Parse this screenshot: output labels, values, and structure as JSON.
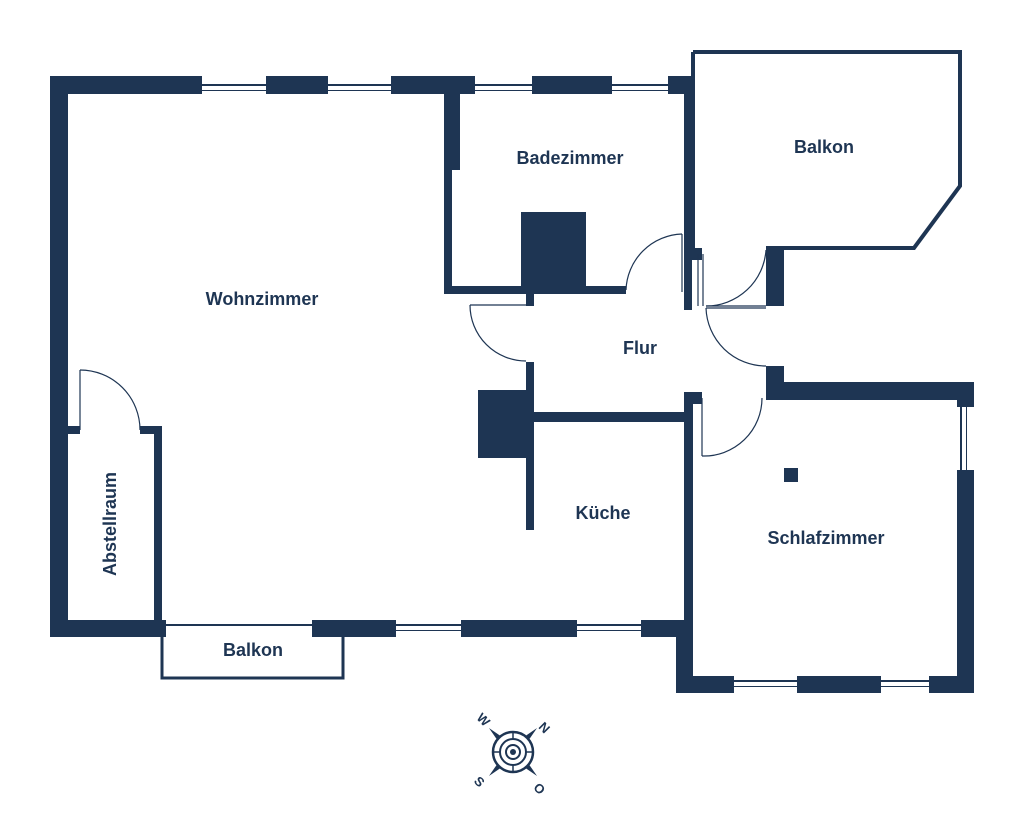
{
  "colors": {
    "wall": "#1e3553",
    "background": "#ffffff"
  },
  "rooms": {
    "wohnzimmer": "Wohnzimmer",
    "badezimmer": "Badezimmer",
    "balkon_top": "Balkon",
    "flur": "Flur",
    "kueche": "Küche",
    "schlafzimmer": "Schlafzimmer",
    "abstellraum": "Abstellraum",
    "balkon_bottom": "Balkon"
  },
  "compass": {
    "north": "N",
    "south": "S",
    "west": "W",
    "east": "O"
  }
}
